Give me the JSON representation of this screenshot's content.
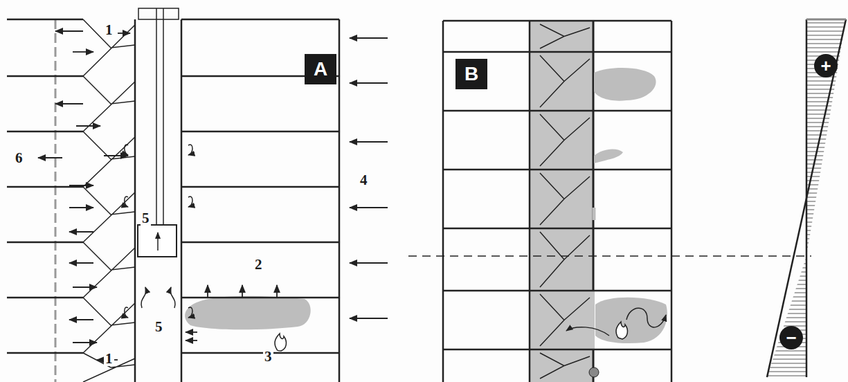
{
  "diagram": {
    "nodes": [
      {
        "text": [
          "A"
        ]
      },
      {
        "text": [
          "B"
        ]
      },
      {
        "text": [
          "+"
        ]
      },
      {
        "text": [
          "−"
        ]
      }
    ],
    "labels": [
      "1",
      "6",
      "5",
      "4",
      "2",
      "5",
      "3",
      "1"
    ]
  }
}
